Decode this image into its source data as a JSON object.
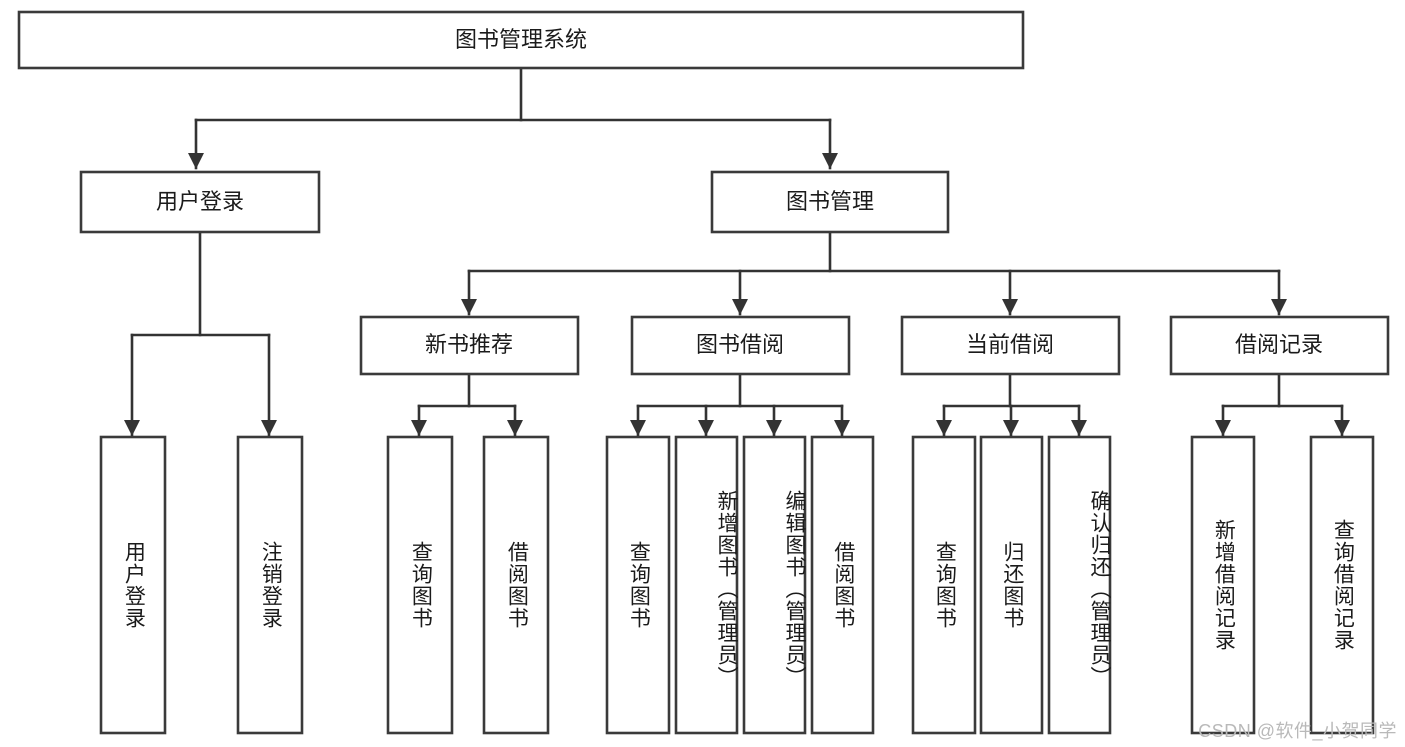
{
  "diagram": {
    "title": "图书管理系统",
    "watermark": "CSDN @软件_小贺同学",
    "colors": {
      "box_stroke": "#3a3a3a",
      "connector": "#333333",
      "text": "#1b1b1b",
      "background": "#ffffff",
      "watermark": "#b9b9b9"
    },
    "root": {
      "label": "图书管理系统"
    },
    "level2": [
      {
        "label": "用户登录"
      },
      {
        "label": "图书管理"
      }
    ],
    "level3": [
      {
        "label": "新书推荐"
      },
      {
        "label": "图书借阅"
      },
      {
        "label": "当前借阅"
      },
      {
        "label": "借阅记录"
      }
    ],
    "leaves": {
      "user_login": [
        {
          "label": "用户登录"
        },
        {
          "label": "注销登录"
        }
      ],
      "new_book_recommend": [
        {
          "label": "查询图书"
        },
        {
          "label": "借阅图书"
        }
      ],
      "book_borrow": [
        {
          "label": "查询图书"
        },
        {
          "label": "新增图书（管理员）"
        },
        {
          "label": "编辑图书（管理员）"
        },
        {
          "label": "借阅图书"
        }
      ],
      "current_borrow": [
        {
          "label": "查询图书"
        },
        {
          "label": "归还图书"
        },
        {
          "label": "确认归还（管理员）"
        }
      ],
      "borrow_record": [
        {
          "label": "新增借阅记录"
        },
        {
          "label": "查询借阅记录"
        }
      ]
    }
  }
}
